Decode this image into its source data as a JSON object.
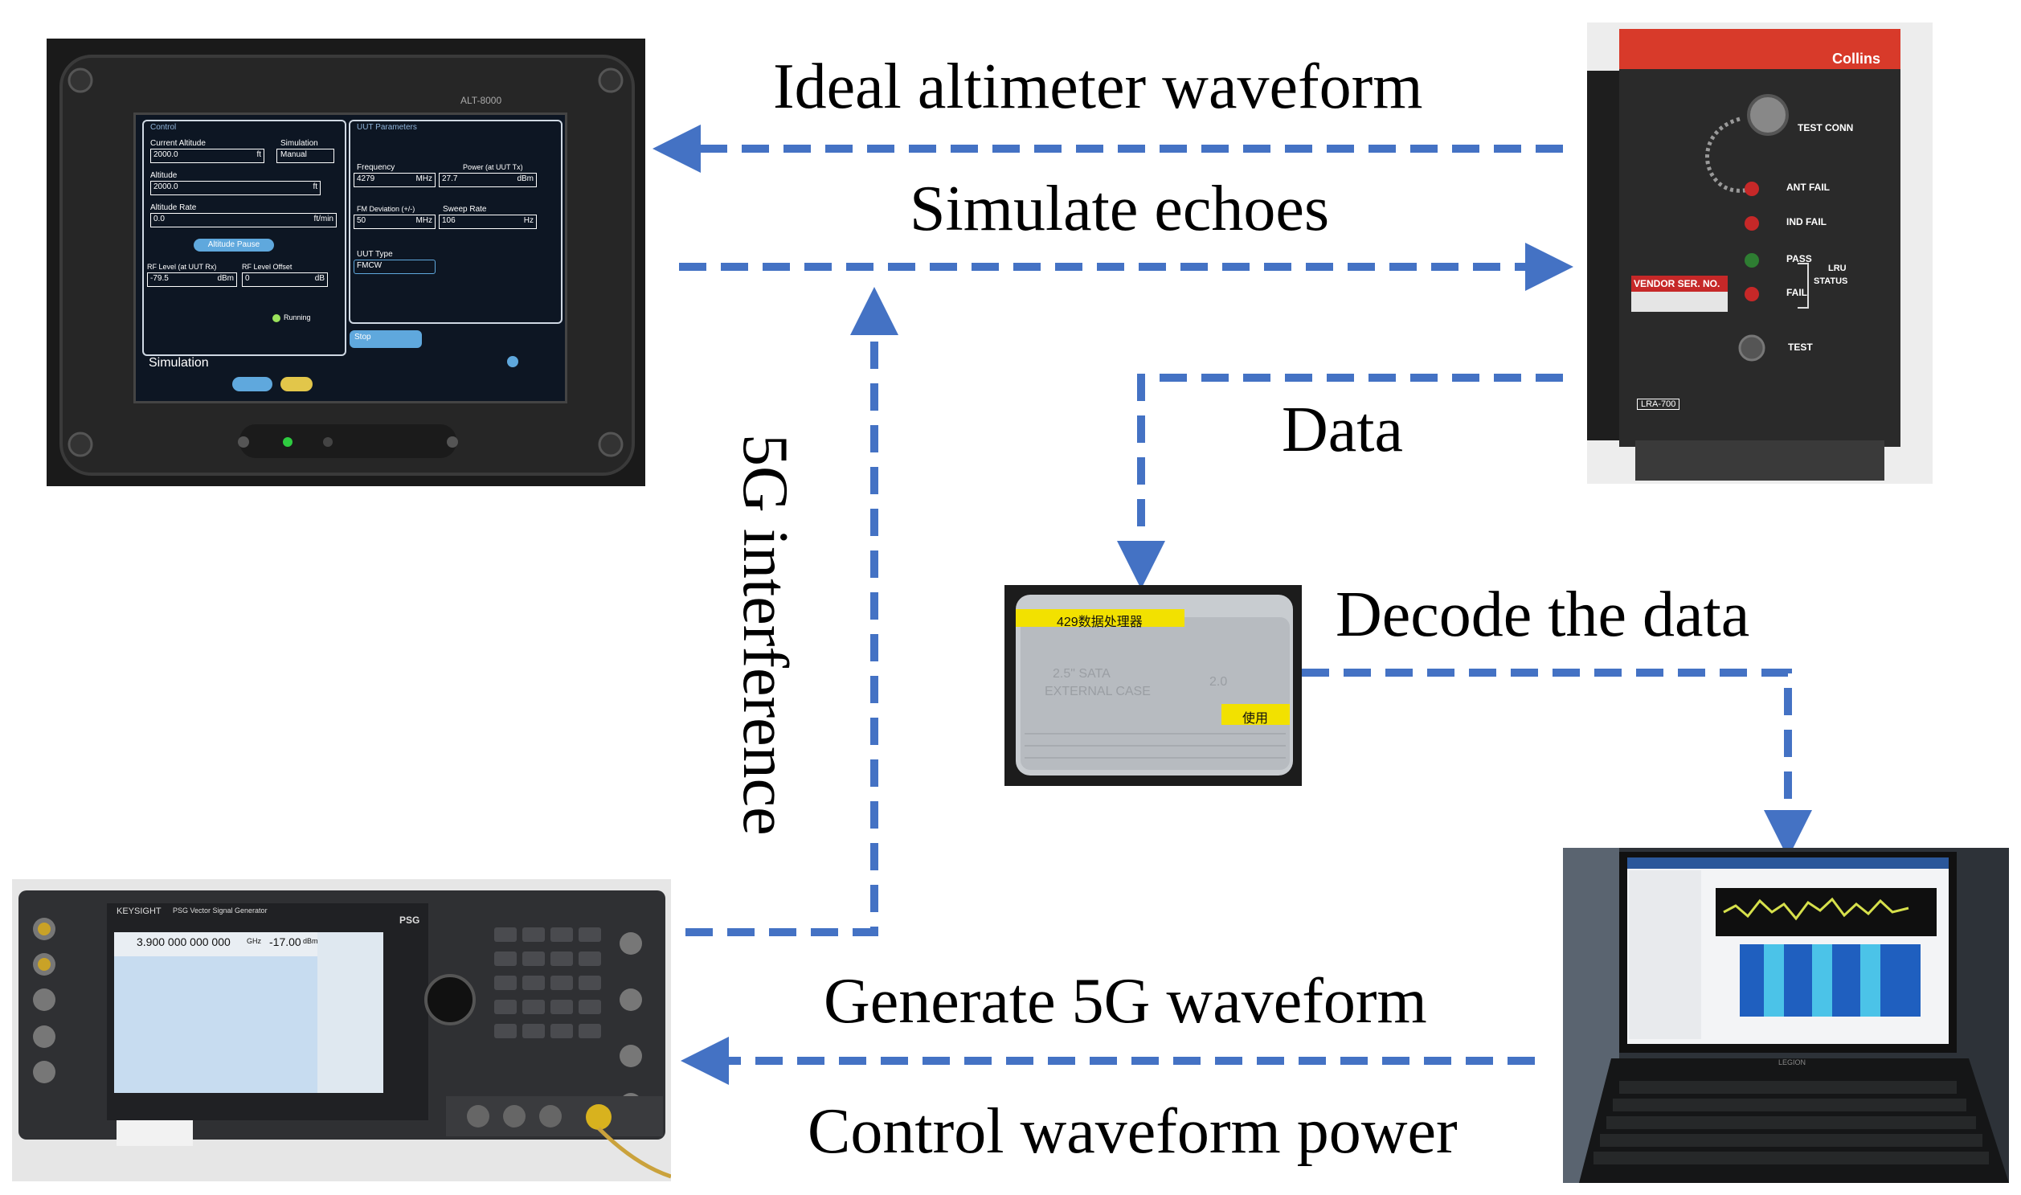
{
  "colors": {
    "arrow": "#4472C4",
    "background": "#ffffff"
  },
  "labels": {
    "ideal": "Ideal altimeter waveform",
    "simulate": "Simulate echoes",
    "data": "Data",
    "decode": "Decode the data",
    "interference": "5G interference",
    "generate": "Generate 5G waveform",
    "control": "Control waveform power"
  },
  "alt_tester": {
    "model": "ALT-8000",
    "panel_left_title": "Control",
    "panel_right_title": "UUT Parameters",
    "current_altitude_label": "Current Altitude",
    "current_altitude_value": "2000.0",
    "current_altitude_unit": "ft",
    "simulation_label": "Simulation",
    "simulation_value": "Manual",
    "altitude_label": "Altitude",
    "altitude_value": "2000.0",
    "altitude_unit": "ft",
    "altitude_rate_label": "Altitude Rate",
    "altitude_rate_value": "0.0",
    "altitude_rate_unit": "ft/min",
    "altitude_pause_button": "Altitude Pause",
    "rf_level_label": "RF Level (at UUT Rx)",
    "rf_level_value": "-79.5",
    "rf_level_unit": "dBm",
    "rf_offset_label": "RF Level Offset",
    "rf_offset_value": "0",
    "rf_offset_unit": "dB",
    "frequency_label": "Frequency",
    "frequency_value": "4279",
    "frequency_unit": "MHz",
    "power_label": "Power (at UUT Tx)",
    "power_value": "27.7",
    "power_unit": "dBm",
    "fm_dev_label": "FM Deviation (+/-)",
    "fm_dev_value": "50",
    "fm_dev_unit": "MHz",
    "sweep_label": "Sweep Rate",
    "sweep_value": "106",
    "sweep_unit": "Hz",
    "uut_type_label": "UUT Type",
    "uut_type_value": "FMCW",
    "running_label": "Running",
    "stop_button": "Stop",
    "footer_title": "Simulation"
  },
  "altimeter": {
    "brand": "Collins",
    "test_conn": "TEST CONN",
    "ant_fail": "ANT FAIL",
    "ind_fail": "IND FAIL",
    "pass": "PASS",
    "fail": "FAIL",
    "lru": "LRU",
    "status": "STATUS",
    "vendor": "VENDOR SER. NO.",
    "test": "TEST",
    "model": "LRA-700"
  },
  "processor": {
    "tag": "429数据处理器",
    "line1": "2.5\" SATA",
    "line2": "EXTERNAL CASE",
    "usb": "2.0",
    "sticker": "使用"
  },
  "generator": {
    "brand": "KEYSIGHT",
    "title": "PSG Vector Signal Generator",
    "badge": "PSG",
    "frequency": "3.900 000 000 000",
    "frequency_unit": "GHz",
    "amplitude": "-17.00",
    "amplitude_unit": "dBm"
  },
  "laptop": {
    "brand": "LEGION"
  }
}
